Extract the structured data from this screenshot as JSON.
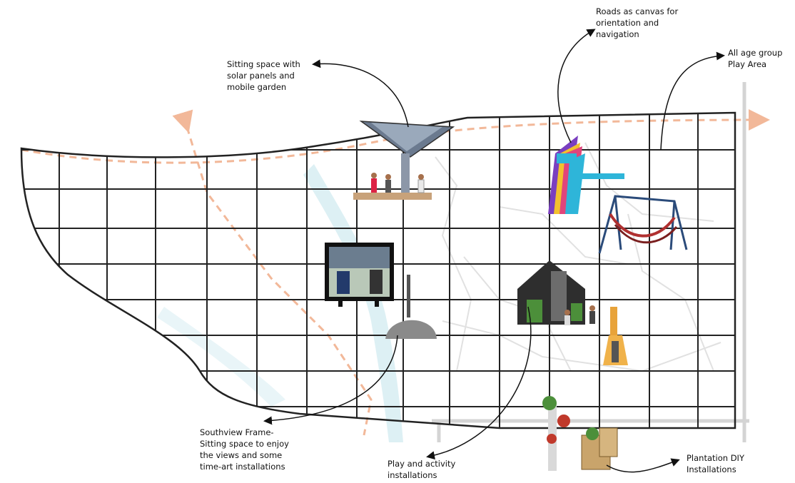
{
  "diagram": {
    "annotations": [
      {
        "id": "sitting-solar",
        "lines": [
          "Sitting space with",
          "solar panels and",
          "mobile garden"
        ]
      },
      {
        "id": "roads-canvas",
        "lines": [
          "Roads as canvas for",
          "orientation and",
          "navigation"
        ]
      },
      {
        "id": "play-area",
        "lines": [
          "All age group",
          "Play Area"
        ]
      },
      {
        "id": "southview-frame",
        "lines": [
          "Southview Frame-",
          "Sitting space to enjoy",
          "the views and some",
          "time-art installations"
        ]
      },
      {
        "id": "play-activity",
        "lines": [
          "Play and activity",
          "installations"
        ]
      },
      {
        "id": "plantation-diy",
        "lines": [
          "Plantation DIY",
          "Installations"
        ]
      }
    ]
  }
}
